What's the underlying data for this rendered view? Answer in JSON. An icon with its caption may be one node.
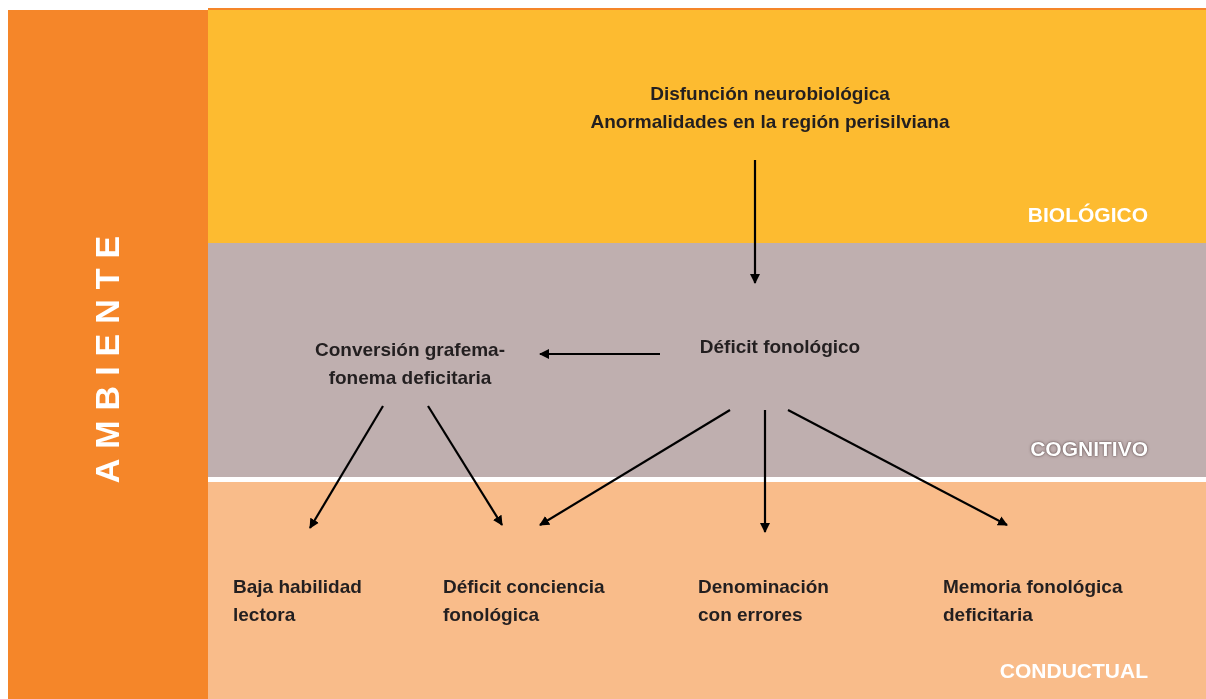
{
  "diagram": {
    "nodes": [
      {
        "text": [
          "AMBIENTE"
        ]
      },
      {
        "text": [
          "BIOLÓGICO"
        ]
      },
      {
        "text": [
          "Disfunción neurobiológica",
          "Anormalidades en la región perisilviana"
        ],
        "in": 1
      },
      {
        "text": [
          "COGNITIVO"
        ]
      },
      {
        "text": [
          "Conversión grafema-fonema deficitaria"
        ],
        "in": 3
      },
      {
        "text": [
          "Déficit fonológico"
        ],
        "in": 3
      },
      {
        "text": [
          "CONDUCTUAL"
        ]
      },
      {
        "text": [
          "Baja habilidad lectora"
        ],
        "in": 6
      },
      {
        "text": [
          "Déficit conciencia fonológica"
        ],
        "in": 6
      },
      {
        "text": [
          "Denominación con errores"
        ],
        "in": 6
      },
      {
        "text": [
          "Memoria fonológica deficitaria"
        ],
        "in": 6
      }
    ],
    "edges": [
      {
        "from": 2,
        "to": 5,
        "arrow": "to"
      },
      {
        "from": 5,
        "to": 4,
        "arrow": "to"
      },
      {
        "from": 4,
        "to": 7,
        "arrow": "to"
      },
      {
        "from": 4,
        "to": 8,
        "arrow": "to"
      },
      {
        "from": 5,
        "to": 8,
        "arrow": "to"
      },
      {
        "from": 5,
        "to": 9,
        "arrow": "to"
      },
      {
        "from": 5,
        "to": 10,
        "arrow": "to"
      }
    ]
  }
}
